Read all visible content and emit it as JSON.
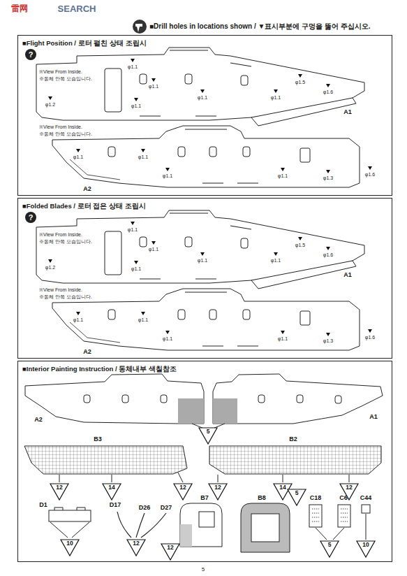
{
  "diagram": {
    "title": "■Drill holes in locations shown / ▼표시부분에 구멍을 뚫어 주십시오.",
    "nodes": [
      {
        "text": [
          "■Flight Position / 로터 펼친 상태 조립시"
        ]
      },
      {
        "text": [
          "■Folded Blades / 로터 접은 상태 조립시"
        ]
      },
      {
        "text": [
          "■Interior Painting Instruction / 동체내부 색칠참조"
        ]
      }
    ],
    "labels": [
      "雷网",
      "SEARCH",
      "?",
      "※View From Inside.",
      "※동체 안쪽 모습입니다.",
      "φ1.1",
      "φ1.1",
      "φ1.1",
      "φ1.1",
      "φ1.1",
      "φ1.5",
      "φ1.6",
      "φ1.2",
      "A1",
      "※View From Inside.",
      "※동체 안쪽 모습입니다.",
      "φ1.1",
      "φ1.1",
      "φ1.1",
      "φ1.1",
      "φ1.3",
      "φ1.6",
      "A2",
      "?",
      "※View From Inside.",
      "※동체 안쪽 모습입니다.",
      "φ1.1",
      "φ1.1",
      "φ1.1",
      "φ1.1",
      "φ1.1",
      "φ1.5",
      "φ1.6",
      "φ1.2",
      "A1",
      "※View From Inside.",
      "※동체 안쪽 모습입니다.",
      "φ1.1",
      "φ1.1",
      "φ1.1",
      "φ1.1",
      "φ1.3",
      "φ1.6",
      "A2",
      "A2",
      "A1",
      "5",
      "B3",
      "B2",
      "12",
      "14",
      "12",
      "12",
      "14",
      "12",
      "D1",
      "10",
      "D17",
      "D26",
      "D27",
      "12",
      "B7",
      "12",
      "B8",
      "5",
      "C18",
      "C6",
      "5",
      "C44",
      "10",
      "5"
    ]
  }
}
